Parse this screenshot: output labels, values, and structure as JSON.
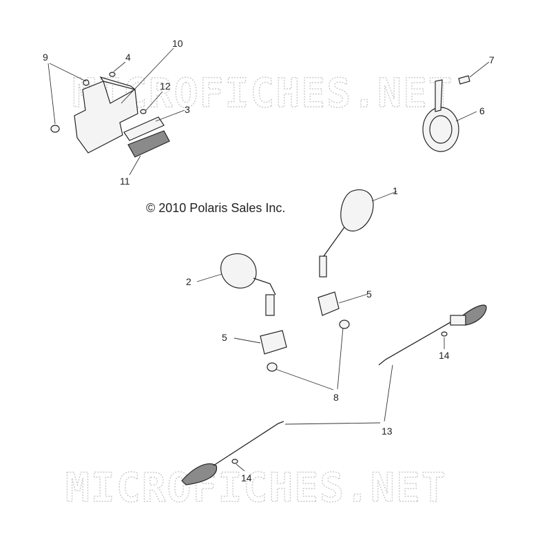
{
  "watermark": "MICROFICHES.NET",
  "copyright": "© 2010 Polaris Sales Inc.",
  "callouts": {
    "c1": "1",
    "c2": "2",
    "c3": "3",
    "c4": "4",
    "c5a": "5",
    "c5b": "5",
    "c6": "6",
    "c7": "7",
    "c8": "8",
    "c9": "9",
    "c10": "10",
    "c11": "11",
    "c12": "12",
    "c13": "13",
    "c14a": "14",
    "c14b": "14"
  }
}
